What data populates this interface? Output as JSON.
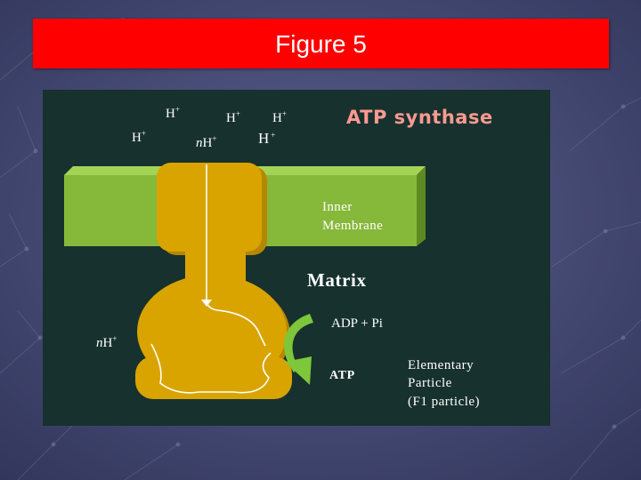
{
  "slide": {
    "title": "Figure 5"
  },
  "diagram": {
    "heading": "ATP synthase",
    "proton_label": "H",
    "proton_charge": "+",
    "n_proton_prefix": "n",
    "membrane_line1": "Inner",
    "membrane_line2": "Membrane",
    "matrix_label": "Matrix",
    "reactants": "ADP + Pi",
    "product": "ATP",
    "particle_line1": "Elementary",
    "particle_line2": "Particle",
    "particle_line3": "(F1 particle)"
  },
  "colors": {
    "title_bar": "#ff0000",
    "figure_background": "#17312e",
    "membrane": "#86b83a",
    "synthase": "#d9a400",
    "heading_text": "#ff9a90",
    "arrow": "#7ec63a"
  }
}
